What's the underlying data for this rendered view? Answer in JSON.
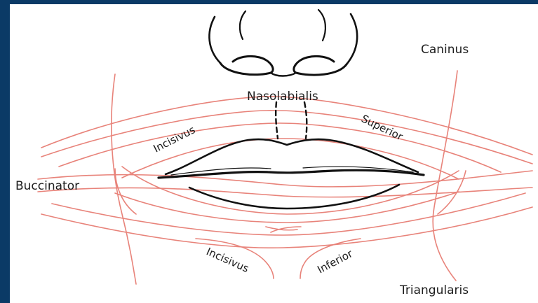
{
  "labels": {
    "caninus": "Caninus",
    "nasolabialis": "Nasolabialis",
    "incisivus_upper": "Incisivus",
    "superior": "Superior",
    "buccinator": "Buccinator",
    "incisivus_lower": "Incisivus",
    "inferior": "Inferior",
    "triangularis": "Triangularis"
  },
  "colors": {
    "frame": "#0b3a66",
    "background": "#ffffff",
    "muscle_lines": "#e8837a",
    "outline_ink": "#111111",
    "label_text": "#1d1d1d"
  }
}
